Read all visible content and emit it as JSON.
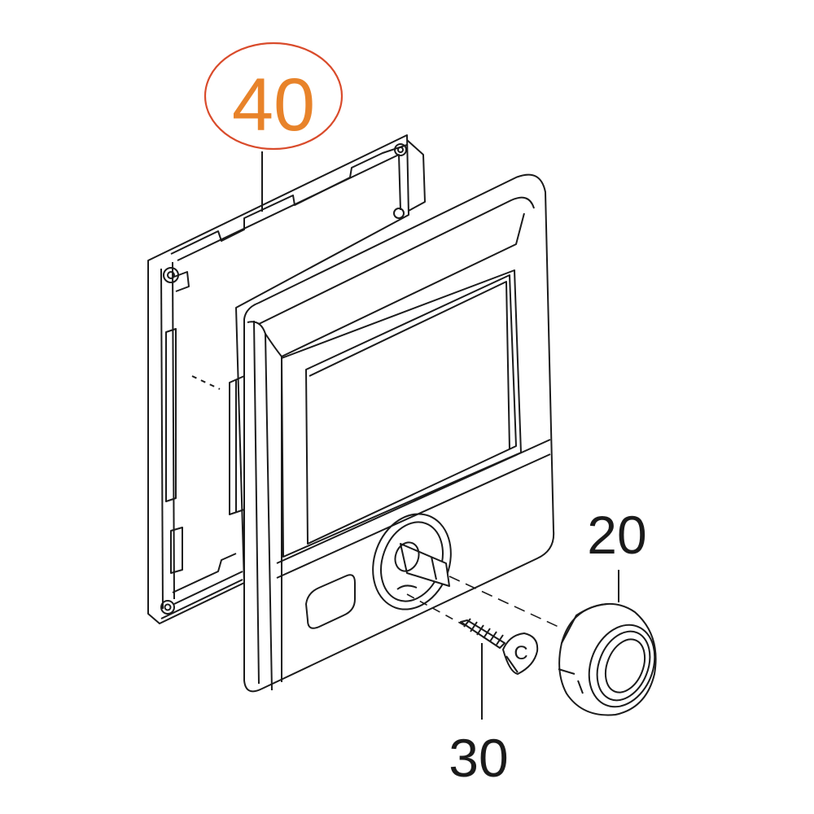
{
  "callouts": {
    "part_40": "40",
    "part_20": "20",
    "part_30": "30"
  },
  "screw_tag": "C",
  "colors": {
    "line": "#1a1a1a",
    "highlight_text": "#e8832a",
    "highlight_ring": "#d94b2b"
  }
}
